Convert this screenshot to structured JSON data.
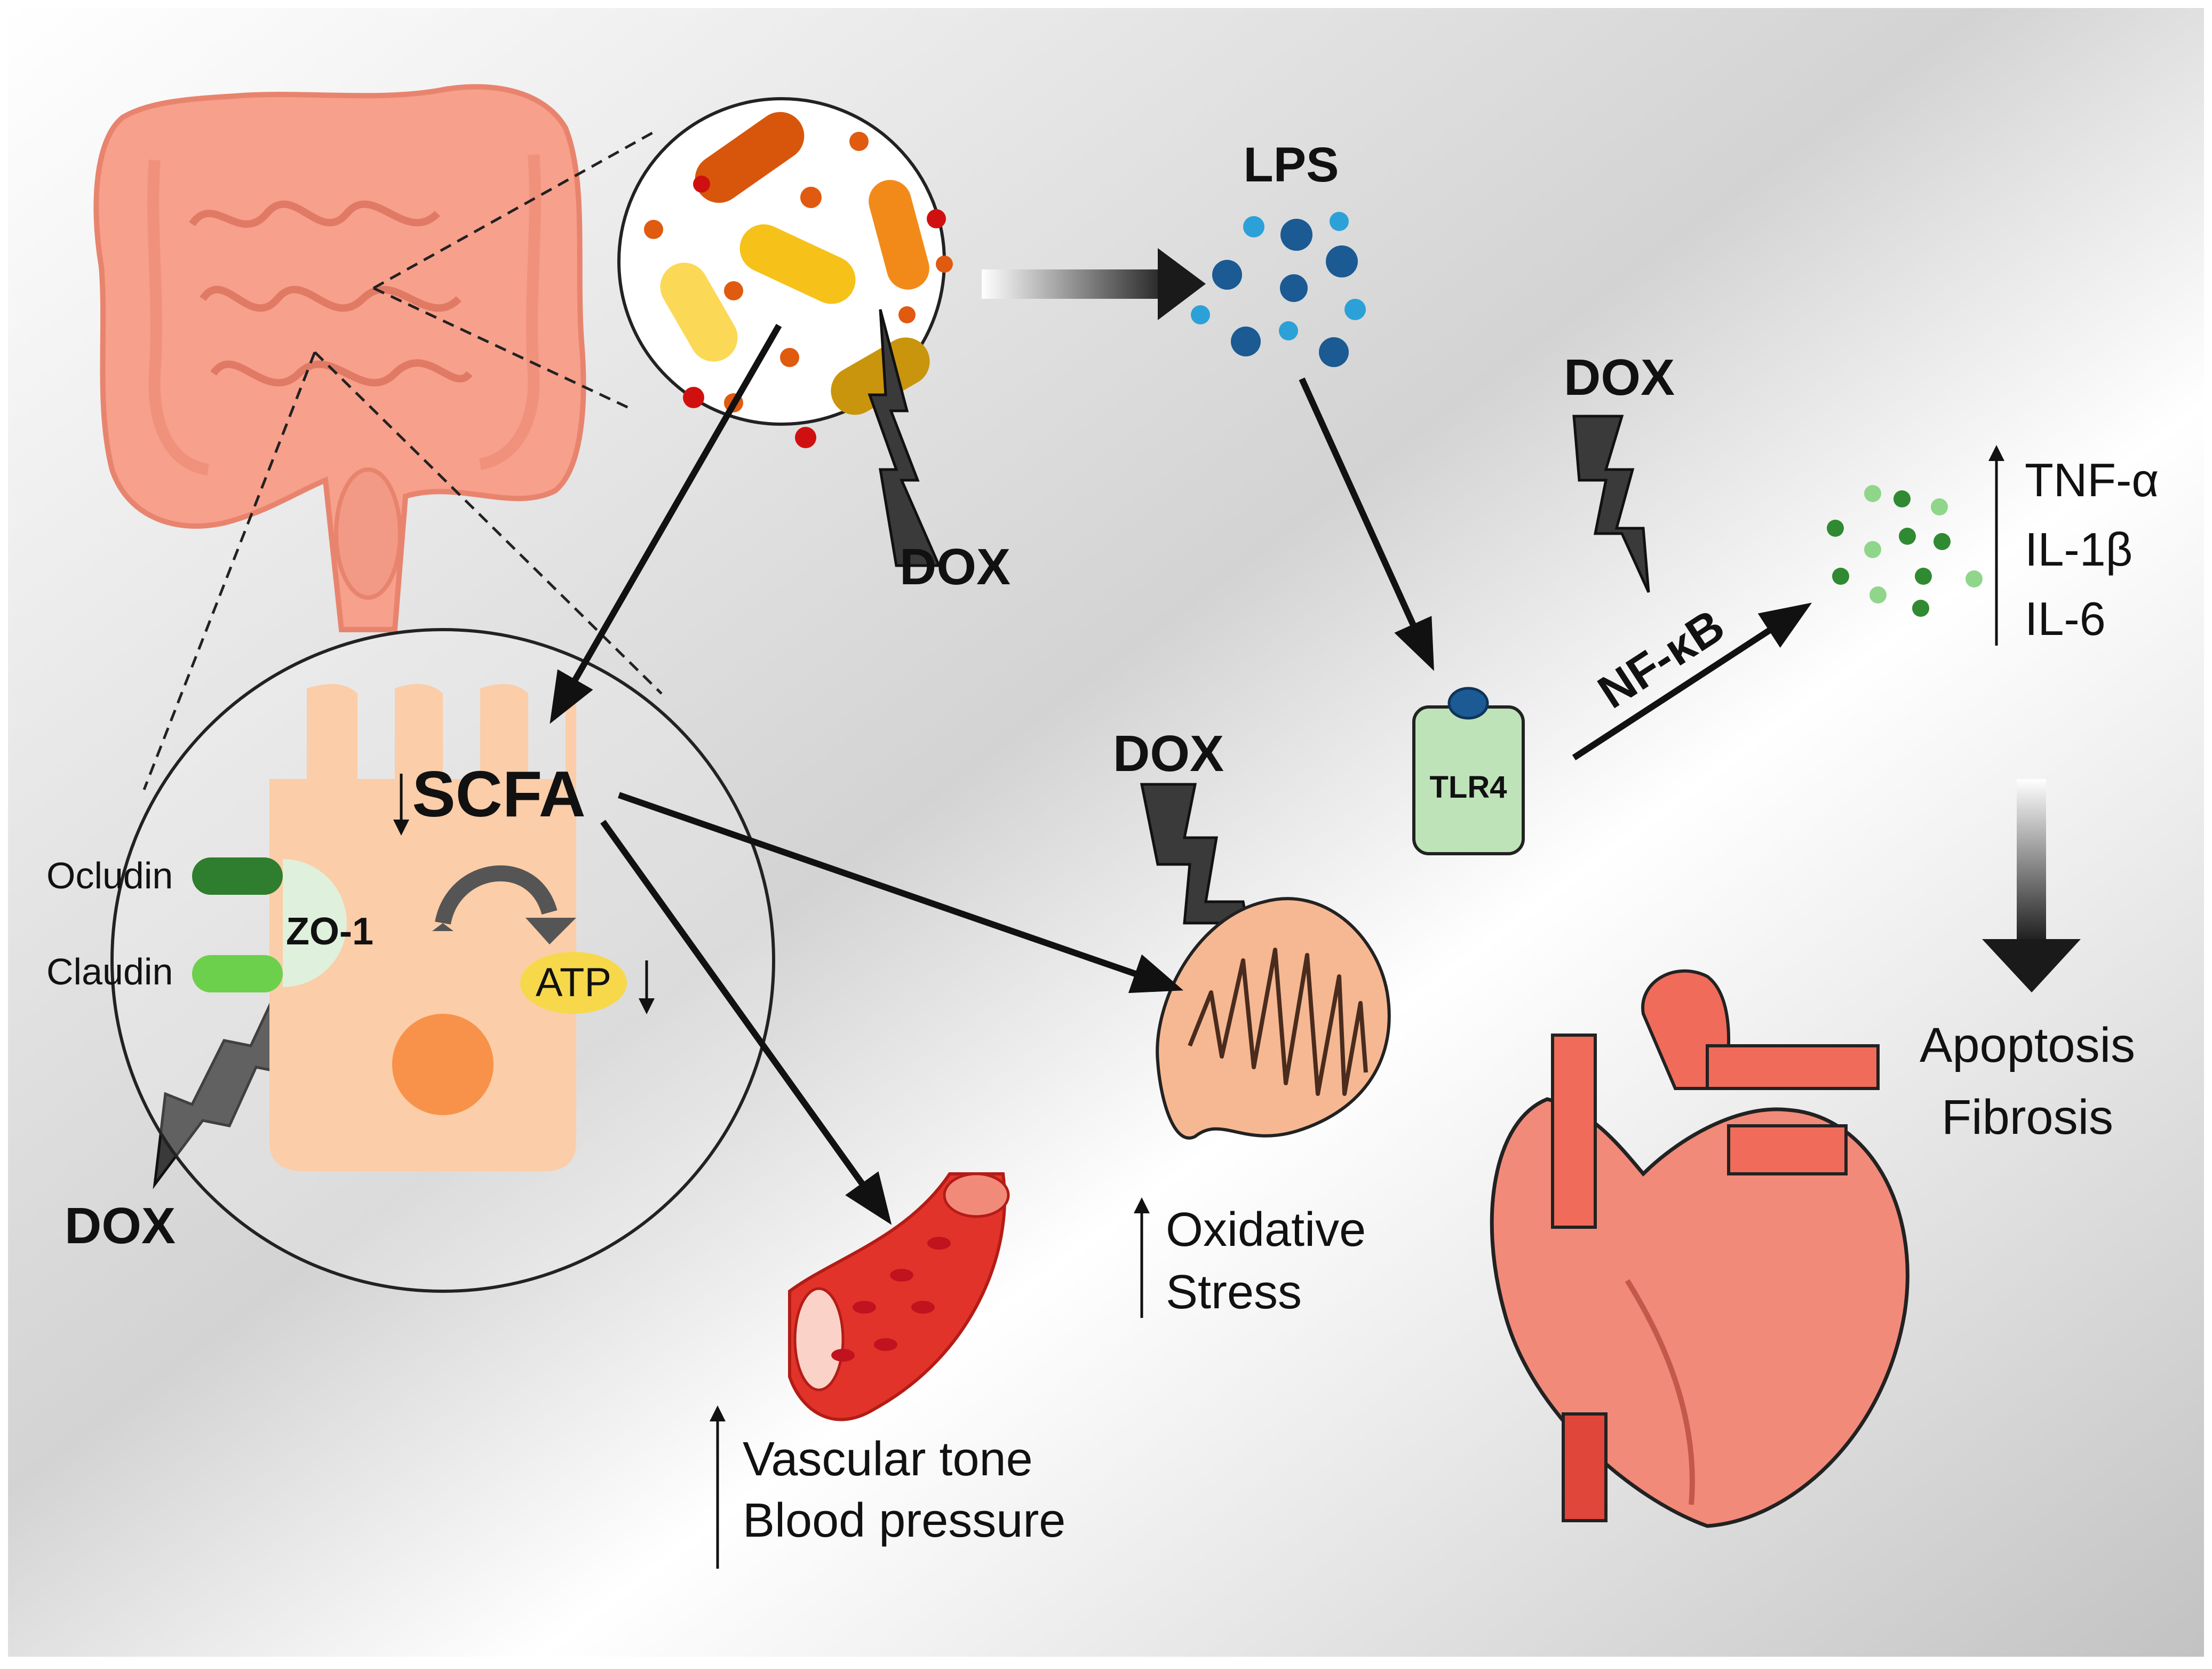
{
  "labels": {
    "lps": "LPS",
    "dox_bacteria": "DOX",
    "dox_nfkb": "DOX",
    "dox_mito": "DOX",
    "dox_junction": "DOX",
    "scfa": "SCFA",
    "atp": "ATP",
    "zo1": "ZO-1",
    "ocludin": "Ocludin",
    "claudin": "Claudin",
    "tlr4": "TLR4",
    "nfkb": "NF-κB",
    "tnf": "TNF-α",
    "il1b": "IL-1β",
    "il6": "IL-6",
    "apoptosis": "Apoptosis",
    "fibrosis": "Fibrosis",
    "oxidative": "Oxidative",
    "stress": "Stress",
    "vascular_tone": "Vascular tone",
    "blood_pressure": "Blood pressure"
  },
  "colors": {
    "intestine": "#f7a08c",
    "bacteria_orange": "#e05a10",
    "bacteria_yellow": "#f6c21a",
    "lps_dark": "#1b5a93",
    "lps_light": "#2ba1d8",
    "tlr4_fill": "#bfe3b8",
    "cytokine_dark": "#2f8a32",
    "cytokine_light": "#8fd68a",
    "cell": "#fbcda8",
    "heart": "#f28a7a",
    "vessel": "#e2332a"
  }
}
